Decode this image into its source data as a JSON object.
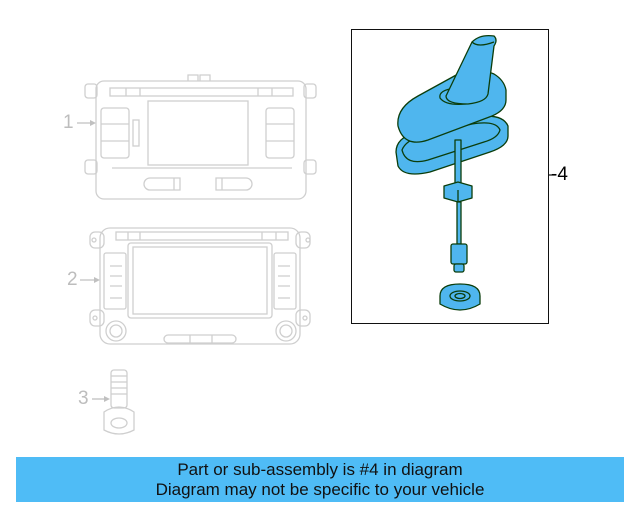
{
  "diagram": {
    "callouts": [
      {
        "number": "1",
        "label": "1",
        "part": "radio head unit (basic)"
      },
      {
        "number": "2",
        "label": "2",
        "part": "navigation head unit with touchscreen"
      },
      {
        "number": "3",
        "label": "3",
        "part": "mounting bolt"
      },
      {
        "number": "4",
        "label": "-4",
        "part": "roof antenna assembly (highlighted)"
      }
    ],
    "highlighted_part": "4",
    "colors": {
      "highlight_fill": "#4fb6ee",
      "highlight_outline": "#0b3d0b",
      "faded_line": "#c8c8c8",
      "banner_bg": "#4fbcf6",
      "banner_text": "#111111"
    }
  },
  "banner": {
    "line1": "Part or sub-assembly is #4 in diagram",
    "line2": "Diagram may not be specific to your vehicle"
  }
}
